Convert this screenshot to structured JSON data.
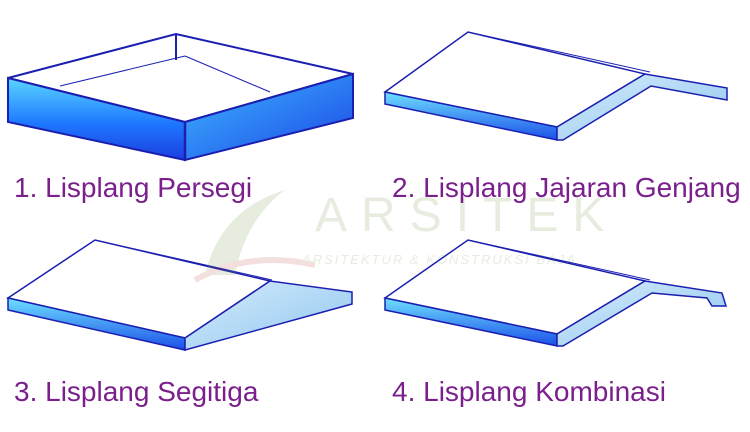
{
  "figures": [
    {
      "caption": "1. Lisplang Persegi"
    },
    {
      "caption": "2. Lisplang Jajaran Genjang"
    },
    {
      "caption": "3. Lisplang Segitiga"
    },
    {
      "caption": "4. Lisplang Kombinasi"
    }
  ],
  "watermark": {
    "title": "ARSITEK",
    "subtitle": "ARSITEKTUR & KONSTRUKSI BAJA"
  },
  "colors": {
    "outline": "#1b1fb0",
    "fascia_blue": "#1e5cff",
    "fascia_light": "#5ad6ff",
    "profile_fill": "#a9d6f5",
    "caption": "#7a1f8c"
  }
}
